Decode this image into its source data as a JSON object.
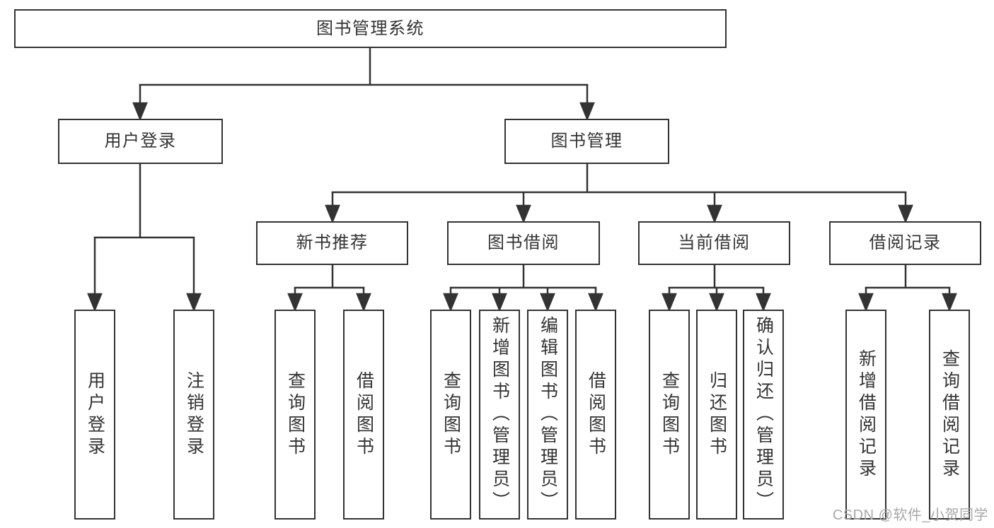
{
  "root": {
    "label": "图书管理系统"
  },
  "level2": {
    "user_login": {
      "label": "用户登录"
    },
    "book_mgmt": {
      "label": "图书管理"
    }
  },
  "level3": {
    "new_books": {
      "label": "新书推荐"
    },
    "borrowing": {
      "label": "图书借阅"
    },
    "current": {
      "label": "当前借阅"
    },
    "records": {
      "label": "借阅记录"
    }
  },
  "leaves": {
    "user_login_1": {
      "label": "用户登录"
    },
    "user_login_2": {
      "label": "注销登录"
    },
    "new_books_1": {
      "label": "查询图书"
    },
    "new_books_2": {
      "label": "借阅图书"
    },
    "borrowing_1": {
      "label": "查询图书"
    },
    "borrowing_2": {
      "label": "新增图书（管理员）"
    },
    "borrowing_3": {
      "label": "编辑图书（管理员）"
    },
    "borrowing_4": {
      "label": "借阅图书"
    },
    "current_1": {
      "label": "查询图书"
    },
    "current_2": {
      "label": "归还图书"
    },
    "current_3": {
      "label": "确认归还（管理员）"
    },
    "records_1": {
      "label": "新增借阅记录"
    },
    "records_2": {
      "label": "查询借阅记录"
    }
  },
  "watermark": {
    "text": "CSDN @软件_小贺同学",
    "color": "#a8a8a8"
  },
  "colors": {
    "line": "#333333",
    "text": "#333333",
    "background": "#ffffff"
  }
}
